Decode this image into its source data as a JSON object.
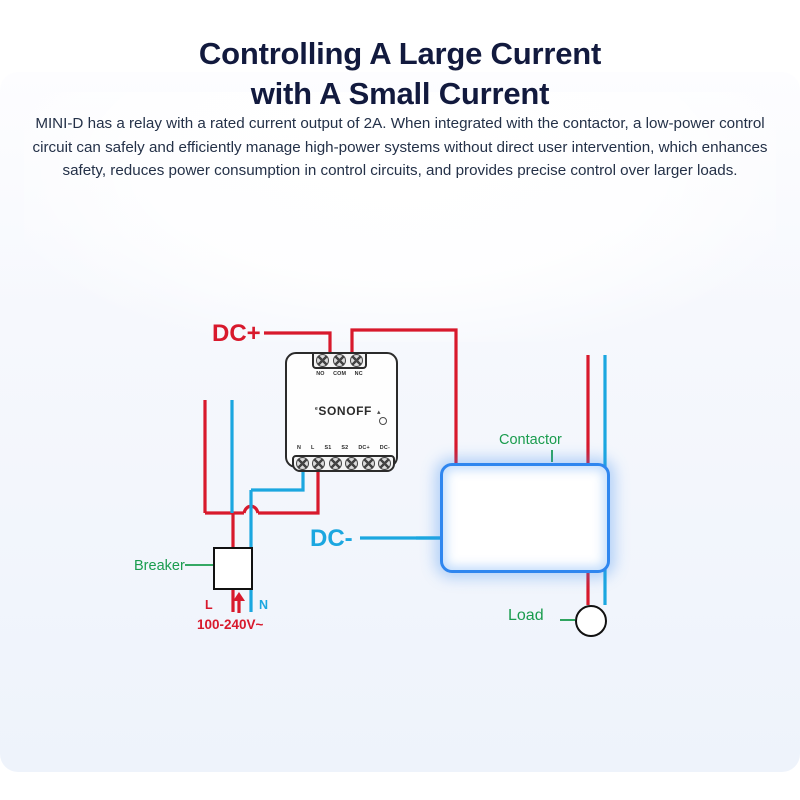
{
  "heading": {
    "line1": "Controlling A Large Current",
    "line2": "with A Small Current"
  },
  "body_text": "MINI-D has a relay with a rated current output of 2A. When integrated with the contactor, a low-power control circuit can safely and efficiently manage high-power systems without direct user intervention, which enhances safety, reduces power consumption in control circuits, and provides precise control over larger loads.",
  "diagram": {
    "labels": {
      "dc_plus": "DC+",
      "dc_minus": "DC-",
      "contactor": "Contactor",
      "breaker": "Breaker",
      "load": "Load",
      "line_L": "L",
      "line_N": "N",
      "voltage": "100-240V~"
    },
    "device": {
      "brand": "SONOFF",
      "brand_sup": "e",
      "top_terminals": [
        "NO",
        "COM",
        "NC"
      ],
      "bottom_terminals": [
        "N",
        "L",
        "S1",
        "S2",
        "DC+",
        "DC-"
      ]
    },
    "colors": {
      "live_red": "#d8192c",
      "neutral_blue": "#1ba7e0",
      "contactor_blue": "#2f86ef",
      "label_green": "#1a9c4e",
      "heading_navy": "#121a3e"
    }
  }
}
